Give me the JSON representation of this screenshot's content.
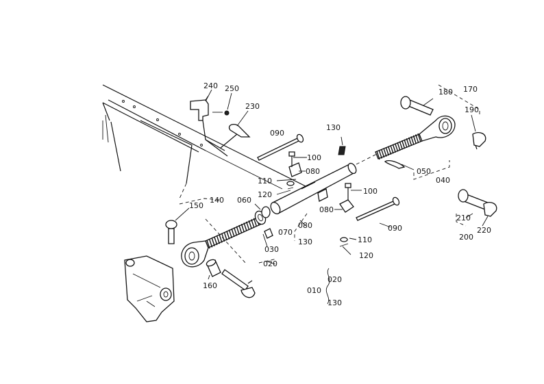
{
  "labels": {
    "l010": "010",
    "l020a": "020",
    "l020b": "020",
    "l030": "030",
    "l040": "040",
    "l050": "050",
    "l060": "060",
    "l070": "070",
    "l080a": "080",
    "l080b": "080",
    "l080c": "080",
    "l090a": "090",
    "l090b": "090",
    "l100a": "100",
    "l100b": "100",
    "l110a": "110",
    "l110b": "110",
    "l120a": "120",
    "l120b": "120",
    "l130a": "130",
    "l130b": "130",
    "l130c": "130",
    "l140": "140",
    "l150": "150",
    "l160": "160",
    "l170": "170",
    "l180": "180",
    "l190": "190",
    "l200": "200",
    "l210": "210",
    "l220": "220",
    "l230": "230",
    "l240": "240",
    "l250": "250"
  }
}
